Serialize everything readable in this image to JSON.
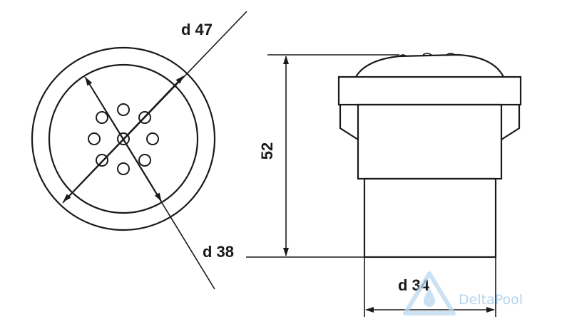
{
  "dimensions": {
    "top_diameter": "d 47",
    "inner_diameter": "d 38",
    "height": "52",
    "base_diameter": "d 34"
  },
  "watermark": {
    "text": "DeltaPool",
    "color": "#9cc8ea"
  },
  "colors": {
    "line": "#1a1a1a",
    "background": "#ffffff"
  }
}
